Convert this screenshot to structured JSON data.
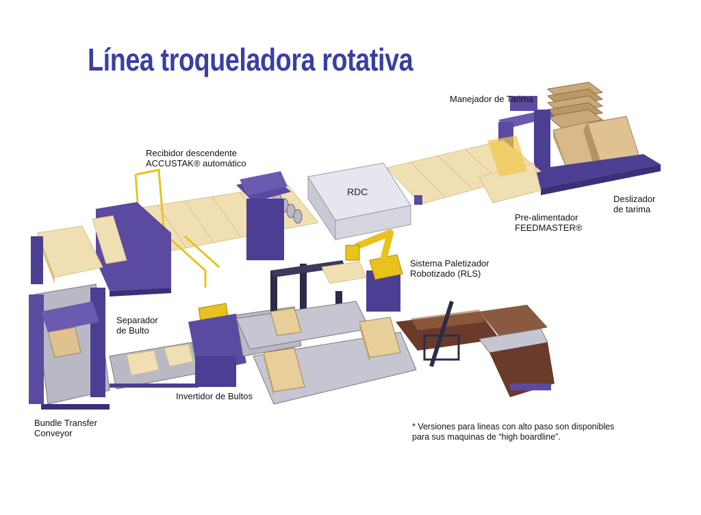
{
  "title": "Línea troqueladora rotativa",
  "labels": {
    "pallet_handler": "Manejador de Tarima",
    "receiver": [
      "Recibidor descendente",
      "ACCUSTAK® automático"
    ],
    "rdc": "RDC",
    "pallet_slide": [
      "Deslizador",
      "de tarima"
    ],
    "prefeeder": [
      "Pre-alimentador",
      "FEEDMASTER®"
    ],
    "palletizer": [
      "Sistema Paletizador",
      "Robotizado (RLS)"
    ],
    "bundle_separator": [
      "Separador",
      "de Bulto"
    ],
    "bundle_inverter": "Invertidor de Bultos",
    "bundle_transfer": [
      "Bundle Transfer",
      "Conveyor"
    ]
  },
  "note": [
    "* Versiones para lineas con alto paso son disponibles",
    "para sus maquinas de “high boardline”."
  ],
  "colors": {
    "title": "#3a3fa0",
    "frame": "#5a4aa0",
    "frame_dark": "#3b2f78",
    "board": "#f1dfb4",
    "board_edge": "#d9bf86",
    "roller": "#b9b9c6",
    "robot": "#e9c21d",
    "rdc": "#e6e6ee",
    "brown": "#6a3b2a"
  }
}
